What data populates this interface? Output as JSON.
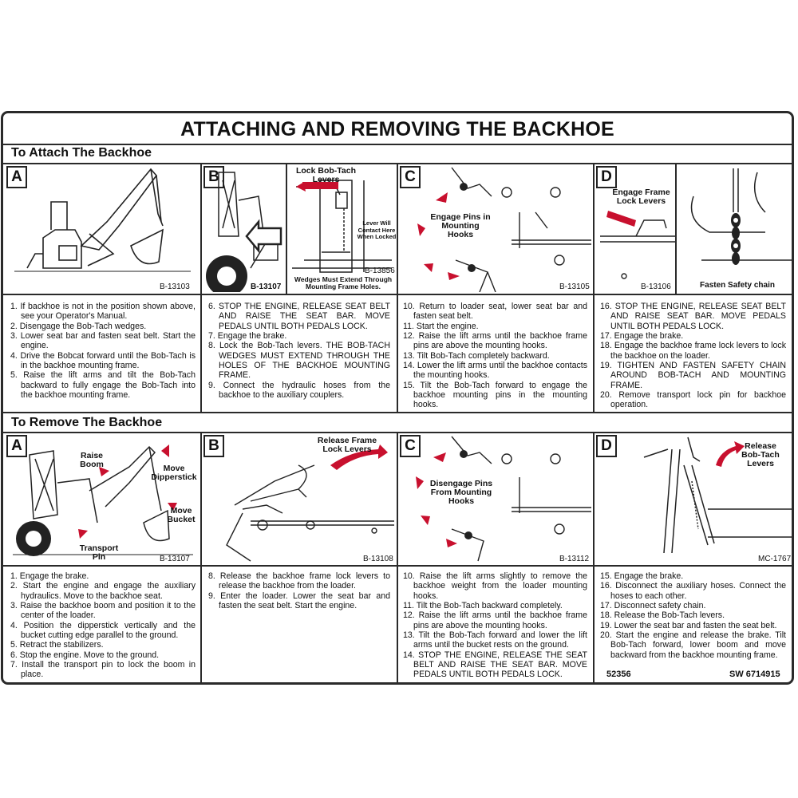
{
  "title": "ATTACHING AND REMOVING THE BACKHOE",
  "attach": {
    "heading": "To Attach The Backhoe",
    "panels": [
      {
        "letter": "A",
        "fig": "B-13103"
      },
      {
        "letter": "B",
        "fig": "B-13107",
        "fig2": "B-13856",
        "lock_label": "Lock Bob-Tach Levers",
        "contact_note": "Lever Will Contact Here When Locked",
        "wedges_note": "Wedges Must Extend Through Mounting Frame Holes."
      },
      {
        "letter": "C",
        "fig": "B-13105",
        "pins_label": "Engage Pins in Mounting Hooks"
      },
      {
        "letter": "D",
        "fig": "B-13106",
        "lever_label": "Engage Frame Lock Levers",
        "chain_label": "Fasten Safety chain"
      }
    ],
    "steps": [
      [
        "1. If backhoe is not in the position shown above, see your Operator's Manual.",
        "2. Disengage the Bob-Tach wedges.",
        "3. Lower seat bar and fasten seat belt. Start the engine.",
        "4. Drive the Bobcat forward until the Bob-Tach is in the backhoe mounting frame.",
        "5. Raise the lift arms and tilt the Bob-Tach backward to fully engage the Bob-Tach into the backhoe mounting frame."
      ],
      [
        "6. STOP THE ENGINE, RELEASE SEAT BELT AND RAISE THE SEAT BAR. MOVE PEDALS UNTIL BOTH PEDALS LOCK.",
        "7. Engage the brake.",
        "8. Lock the Bob-Tach levers. THE BOB-TACH WEDGES MUST EXTEND THROUGH THE HOLES OF THE BACKHOE MOUNTING FRAME.",
        "9. Connect the hydraulic hoses from the backhoe to the auxiliary couplers."
      ],
      [
        "10. Return to loader seat, lower seat bar and fasten seat belt.",
        "11. Start the engine.",
        "12. Raise the lift arms until the backhoe frame pins are above the mounting hooks.",
        "13. Tilt Bob-Tach completely backward.",
        "14. Lower the lift arms until the backhoe contacts the mounting hooks.",
        "15. Tilt the Bob-Tach forward to engage the backhoe mounting pins in the mounting hooks."
      ],
      [
        "16. STOP THE ENGINE, RELEASE SEAT BELT AND RAISE SEAT BAR. MOVE PEDALS UNTIL BOTH PEDALS LOCK.",
        "17. Engage the brake.",
        "18. Engage the backhoe frame lock levers to lock the backhoe on the loader.",
        "19. TIGHTEN AND FASTEN SAFETY CHAIN AROUND BOB-TACH AND MOUNTING FRAME.",
        "20. Remove transport lock pin for backhoe operation."
      ]
    ]
  },
  "remove": {
    "heading": "To Remove The Backhoe",
    "panels": [
      {
        "letter": "A",
        "fig": "B-13107",
        "raise_boom": "Raise Boom",
        "move_dipper": "Move Dipperstick",
        "move_bucket": "Move Bucket",
        "transport_pin": "Transport Pin"
      },
      {
        "letter": "B",
        "fig": "B-13108",
        "release_label": "Release Frame Lock Levers"
      },
      {
        "letter": "C",
        "fig": "B-13112",
        "pins_label": "Disengage Pins From Mounting Hooks"
      },
      {
        "letter": "D",
        "fig": "MC-1767",
        "release_label": "Release Bob-Tach Levers"
      }
    ],
    "steps": [
      [
        "1. Engage the brake.",
        "2. Start the engine and engage the auxiliary hydraulics. Move to the backhoe seat.",
        "3. Raise the backhoe boom and position it to the center of the loader.",
        "4. Position the dipperstick vertically and the bucket cutting edge parallel to the ground.",
        "5. Retract the stabilizers.",
        "6. Stop the engine. Move to the ground.",
        "7. Install the transport pin to lock the boom in place."
      ],
      [
        "8. Release the backhoe frame lock levers to release the backhoe from the loader.",
        "9. Enter the loader. Lower the seat bar and fasten the seat belt. Start the engine."
      ],
      [
        "10. Raise the lift arms slightly to remove the backhoe weight from the loader mounting hooks.",
        "11. Tilt the Bob-Tach backward completely.",
        "12. Raise the lift arms until the backhoe frame pins are above the mounting hooks.",
        "13. Tilt the Bob-Tach forward and lower the lift arms until the bucket rests on the ground.",
        "14. STOP THE ENGINE, RELEASE THE SEAT BELT AND RAISE THE SEAT BAR. MOVE PEDALS UNTIL BOTH PEDALS LOCK."
      ],
      [
        "15. Engage the brake.",
        "16. Disconnect the auxiliary hoses. Connect the hoses to each other.",
        "17. Disconnect safety chain.",
        "18. Release the Bob-Tach levers.",
        "19. Lower the seat bar and fasten the seat belt.",
        "20. Start the engine and release the brake. Tilt Bob-Tach forward, lower boom and move backward from the backhoe mounting frame."
      ]
    ]
  },
  "footer": {
    "part_left": "52356",
    "part_right": "SW 6714915"
  },
  "colors": {
    "arrow_red": "#c8102e",
    "line": "#2a2a2a"
  }
}
